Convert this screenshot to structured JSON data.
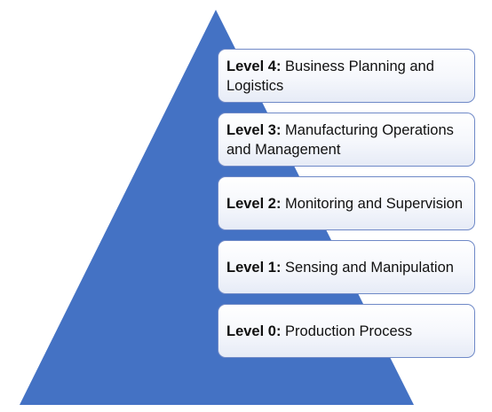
{
  "diagram": {
    "pyramid_color": "#4472c4",
    "box_border_color": "#6f89c7",
    "levels": [
      {
        "name": "Level 4:",
        "description": "Business Planning and Logistics"
      },
      {
        "name": "Level 3:",
        "description": "Manufacturing Operations and Management"
      },
      {
        "name": "Level 2:",
        "description": "Monitoring and Supervision"
      },
      {
        "name": "Level 1:",
        "description": "Sensing and Manipulation"
      },
      {
        "name": "Level 0:",
        "description": "Production Process"
      }
    ]
  }
}
